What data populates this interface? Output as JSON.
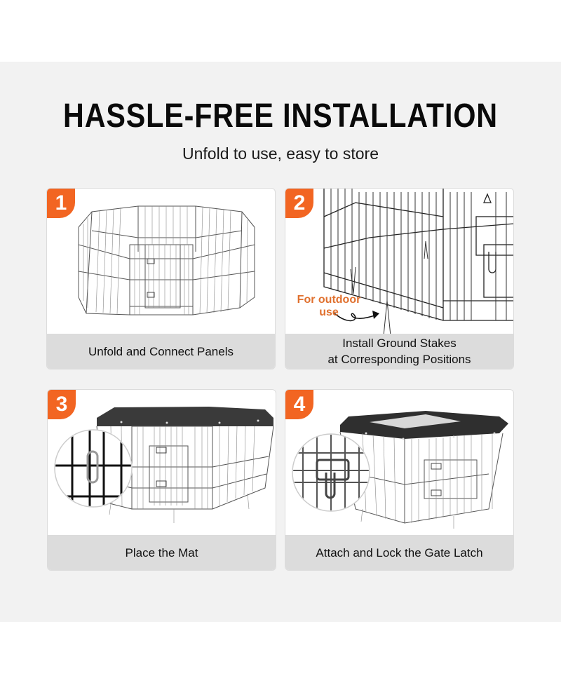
{
  "header": {
    "title": "HASSLE-FREE INSTALLATION",
    "subtitle": "Unfold to use, easy to store"
  },
  "colors": {
    "accent": "#f26522",
    "panel_bg": "#f2f2f2",
    "caption_bg": "#dcdcdc",
    "annotation": "#e0702e"
  },
  "steps": [
    {
      "number": "1",
      "caption": "Unfold and Connect Panels",
      "icon": "playpen-wire-icon"
    },
    {
      "number": "2",
      "caption_line1": "Install Ground Stakes",
      "caption_line2": "at Corresponding Positions",
      "annotation_line1": "For outdoor",
      "annotation_line2": "use",
      "icon": "ground-stake-icon"
    },
    {
      "number": "3",
      "caption": "Place the Mat",
      "icon": "playpen-with-mat-icon"
    },
    {
      "number": "4",
      "caption": "Attach and Lock the Gate Latch",
      "icon": "gate-latch-icon"
    }
  ]
}
